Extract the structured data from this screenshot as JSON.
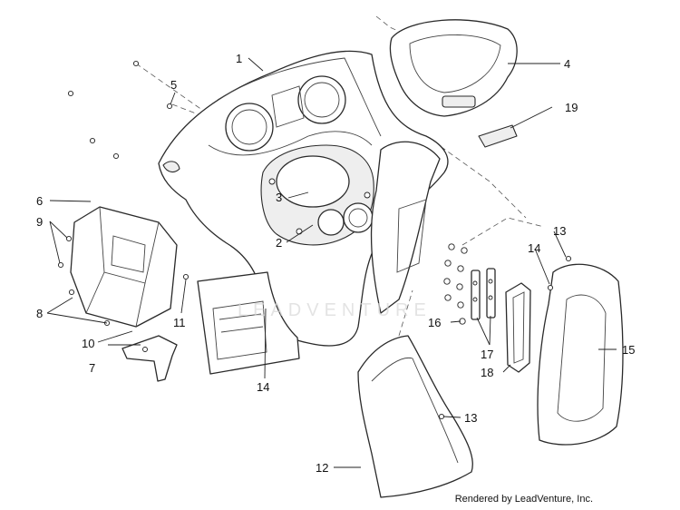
{
  "callouts": {
    "c1": "1",
    "c2": "2",
    "c3": "3",
    "c4": "4",
    "c5": "5",
    "c6": "6",
    "c7": "7",
    "c8": "8",
    "c9": "9",
    "c10": "10",
    "c11": "11",
    "c12": "12",
    "c13a": "13",
    "c13b": "13",
    "c14a": "14",
    "c14b": "14",
    "c15": "15",
    "c16": "16",
    "c17": "17",
    "c18": "18",
    "c19": "19"
  },
  "watermark": "LEADVENTURE",
  "footer": "Rendered by LeadVenture, Inc."
}
